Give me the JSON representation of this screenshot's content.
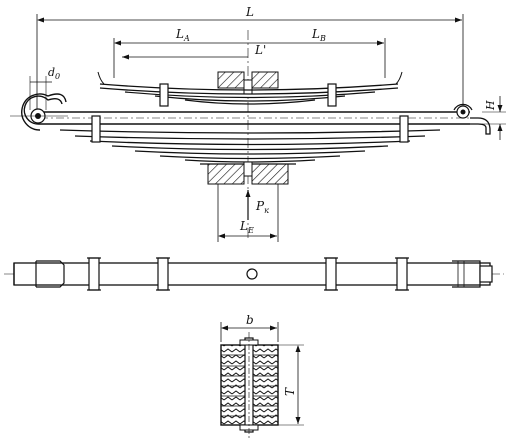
{
  "labels": {
    "L": "L",
    "LA": "L",
    "LA_sub": "A",
    "LB": "L",
    "LB_sub": "B",
    "Lprime": "L'",
    "d0": "d",
    "d0_sub": "0",
    "H": "H",
    "Pk": "P",
    "Pk_sub": "к",
    "LE": "L",
    "LE_sub": "E",
    "b": "b",
    "T": "T"
  },
  "colors": {
    "ink": "#111111",
    "paper": "#ffffff"
  }
}
